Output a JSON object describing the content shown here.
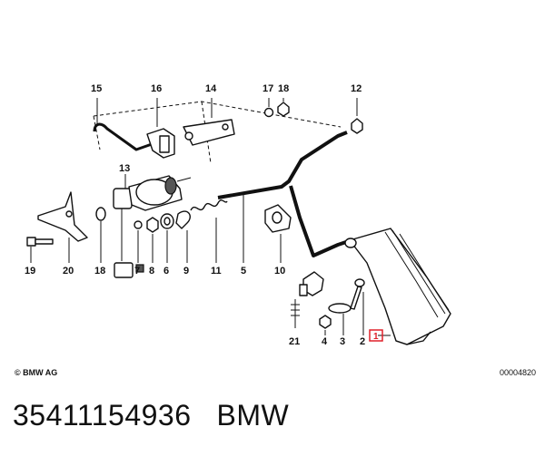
{
  "labels": {
    "l1": "1",
    "l2": "2",
    "l3": "3",
    "l4": "4",
    "l5": "5",
    "l6": "6",
    "l7": "7",
    "l8": "8",
    "l9": "9",
    "l10": "10",
    "l11": "11",
    "l12": "12",
    "l13": "13",
    "l14": "14",
    "l15": "15",
    "l16": "16",
    "l17": "17",
    "l18a": "18",
    "l18b": "18",
    "l19": "19",
    "l20": "20",
    "l21": "21"
  },
  "copyright": "© BMW AG",
  "doc_number": "00004820",
  "caption": {
    "part_number": "35411154936",
    "brand": "BMW"
  },
  "colors": {
    "highlight": "#e0202a",
    "ink": "#111111"
  }
}
